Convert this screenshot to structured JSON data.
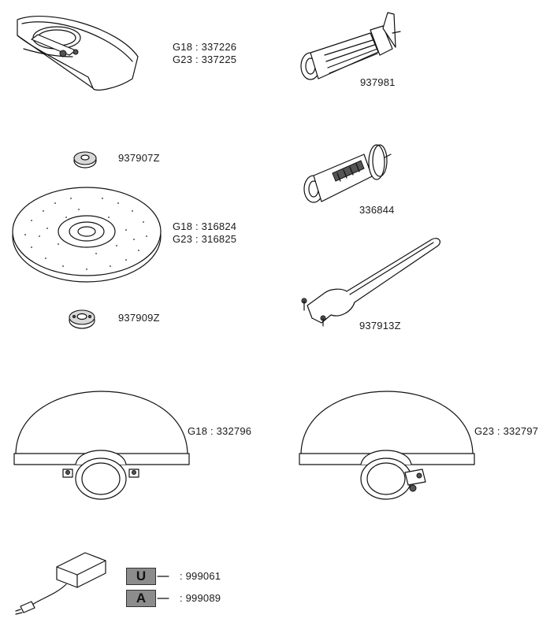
{
  "parts": {
    "guard_clamp": {
      "line1": "G18 : 337226",
      "line2": "G23 : 337225"
    },
    "side_handle_a": {
      "code": "937981"
    },
    "inner_flange": {
      "code": "937907Z"
    },
    "side_handle_b": {
      "code": "336844"
    },
    "grinding_disc": {
      "line1": "G18 : 316824",
      "line2": "G23 : 316825"
    },
    "spanner": {
      "code": "937913Z"
    },
    "clamp_nut": {
      "code": "937909Z"
    },
    "guard_g18": {
      "code": "G18 : 332796"
    },
    "guard_g23": {
      "code": "G23 : 332797"
    },
    "plug_u": {
      "letter": "U",
      "code": ": 999061"
    },
    "plug_a": {
      "letter": "A",
      "code": ": 999089"
    }
  }
}
